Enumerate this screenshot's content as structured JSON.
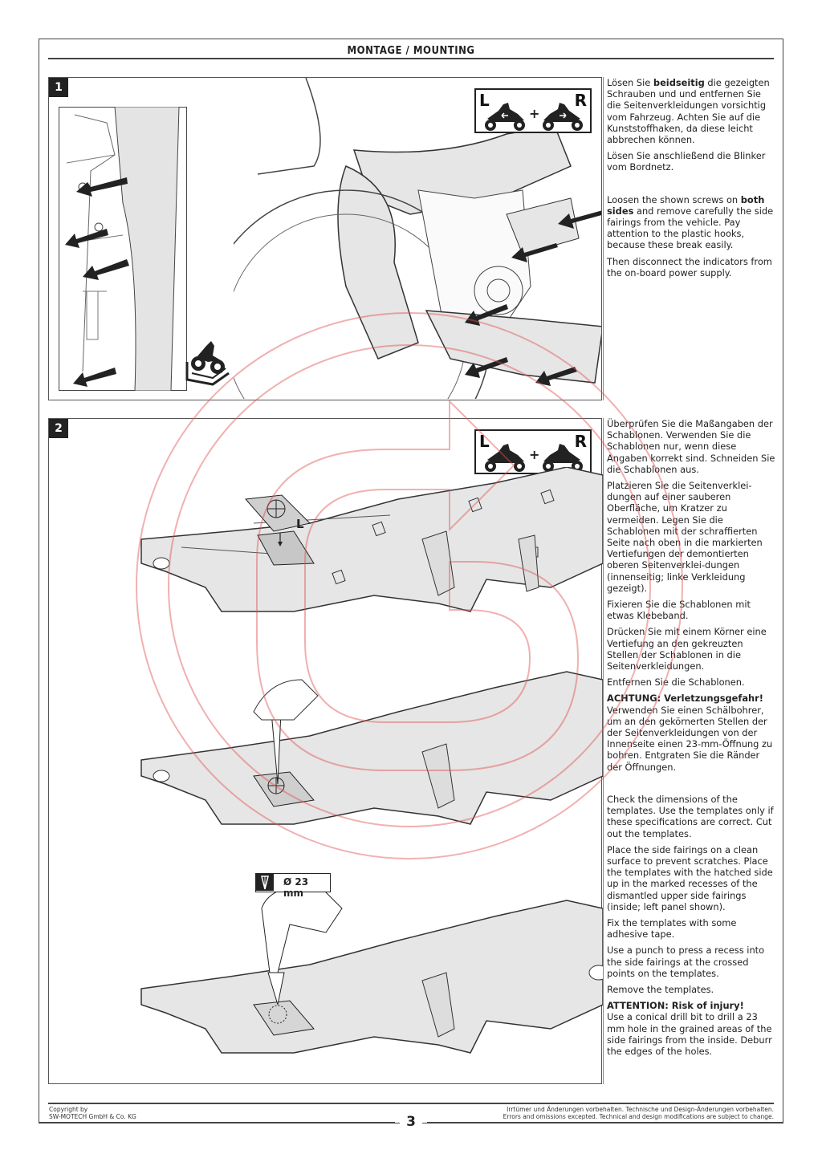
{
  "header": {
    "title": "MONTAGE / MOUNTING"
  },
  "steps": [
    {
      "number": "1",
      "badge": {
        "left": "L",
        "right": "R",
        "plus": "+"
      },
      "text_de": [
        {
          "pre": "Lösen Sie ",
          "bold": "beidseitig",
          "post": " die gezeigten Schrauben und und entfernen Sie die Seitenverkleidungen vorsichtig vom Fahrzeug. Achten Sie auf die Kunststoffhaken, da diese leicht abbrechen können."
        },
        {
          "pre": "Lösen Sie anschließend die Blinker vom Bordnetz.",
          "bold": "",
          "post": ""
        }
      ],
      "text_en": [
        {
          "pre": "Loosen the shown screws on ",
          "bold": "both sides",
          "post": " and remove carefully the side fairings from the vehicle. Pay attention to the plastic hooks, because these break easily."
        },
        {
          "pre": "Then disconnect the indicators from the on-board power supply.",
          "bold": "",
          "post": ""
        }
      ]
    },
    {
      "number": "2",
      "badge": {
        "left": "L",
        "right": "R",
        "plus": "+"
      },
      "template_label": "L",
      "drill_size": "Ø 23 mm",
      "text_de": [
        "Überprüfen Sie die Maßangaben der Schablonen. Verwenden Sie die Schablonen nur, wenn diese Angaben korrekt sind. Schneiden Sie die Schablonen aus.",
        "Platzieren Sie die Seitenverklei-dungen auf einer sauberen Oberfläche, um Kratzer zu vermeiden. Legen Sie die Schablonen mit der schraffierten Seite nach oben in die markierten Vertiefungen der demontierten oberen Seitenverklei-dungen (innenseitig; linke Verkleidung gezeigt).",
        "Fixieren Sie die Schablonen mit etwas Klebeband.",
        "Drücken Sie mit einem Körner eine Vertiefung an den gekreuzten Stellen der Schablonen in die Seitenverkleidungen.",
        "Entfernen Sie die Schablonen."
      ],
      "warning_de": {
        "title": "ACHTUNG: Verletzungsgefahr!",
        "body": "Verwenden Sie einen Schälbohrer, um an den gekörnerten Stellen der der Seitenverkleidungen von der Innenseite einen 23-mm-Öffnung zu bohren. Entgraten Sie die Ränder der Öffnungen."
      },
      "text_en": [
        "Check the dimensions of the templates. Use the templates only if these specifications are correct. Cut out the templates.",
        "Place the side fairings on a clean surface to prevent scratches. Place the templates with the hatched side up in the marked recesses of the dismantled upper side fairings (inside; left panel shown).",
        "Fix the templates with some adhesive tape.",
        "Use a punch to press a recess into the side fairings at the crossed points on the templates.",
        "Remove the templates."
      ],
      "warning_en": {
        "title": "ATTENTION: Risk of injury!",
        "body": "Use a conical drill bit to drill a 23 mm hole in the grained areas of the side fairings from the inside. Deburr the edges of the holes."
      }
    }
  ],
  "footer": {
    "copyright_line1": "Copyright by",
    "copyright_line2": "SW-MOTECH GmbH & Co. KG",
    "disclaimer_de": "Irrtümer und Änderungen vorbehalten. Technische und Design-Änderungen vorbehalten.",
    "disclaimer_en": "Errors and omissions excepted. Technical and design modifications are subject to change.",
    "page_number": "3"
  },
  "colors": {
    "ink": "#222222",
    "watermark": "#e05050",
    "fairing_fill": "#e6e6e6"
  }
}
